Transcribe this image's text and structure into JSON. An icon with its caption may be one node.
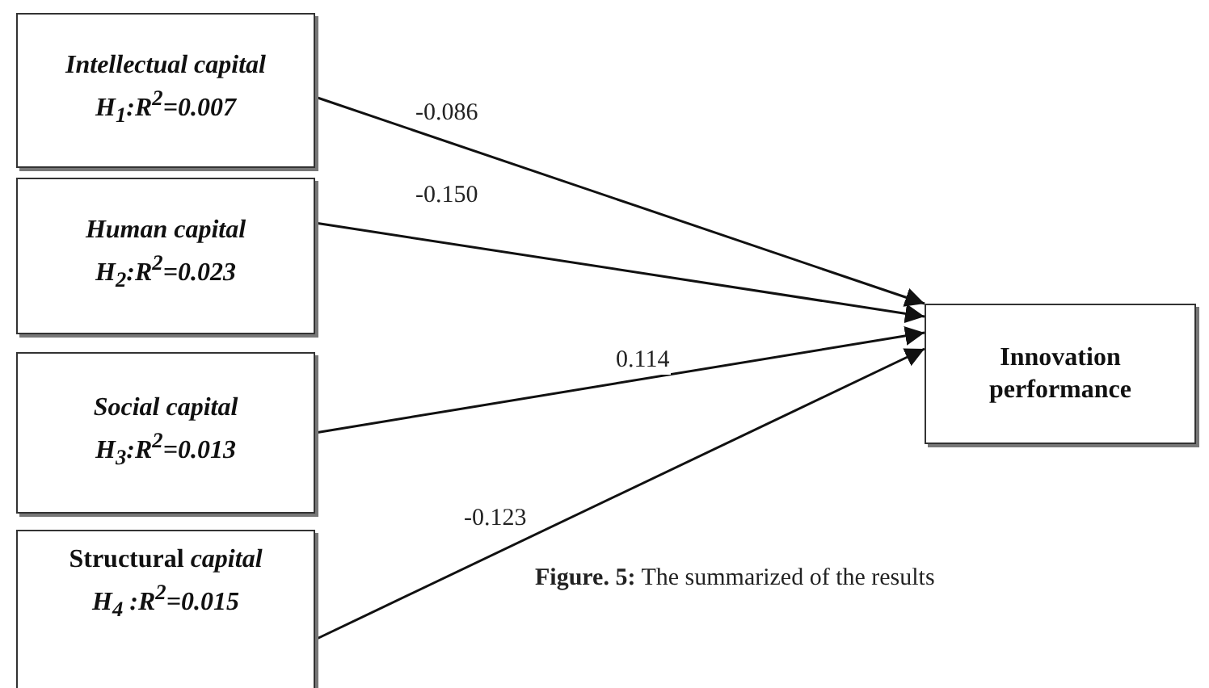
{
  "diagram": {
    "caption": "**Figure. 5:** The summarized of the results",
    "nodes": [
      {
        "text": [
          "Intellectual capital",
          "H$_{1}$:R$^{2}$=0.007"
        ]
      },
      {
        "text": [
          "Human capital",
          "H$_{2}$:R$^{2}$=0.023"
        ]
      },
      {
        "text": [
          "Social capital",
          "H$_{3}$:R$^{2}$=0.013"
        ]
      },
      {
        "text": [
          "Structural *capital*",
          "H$_{4}$ :R$^{2}$=0.015"
        ]
      },
      {
        "text": [
          "Innovation performance"
        ]
      }
    ],
    "edges": [
      {
        "from": 0,
        "to": 4,
        "arrow": "to",
        "label": "-0.086"
      },
      {
        "from": 1,
        "to": 4,
        "arrow": "to",
        "label": "-0.150"
      },
      {
        "from": 2,
        "to": 4,
        "arrow": "to",
        "label": "0.114"
      },
      {
        "from": 3,
        "to": 4,
        "arrow": "to",
        "label": "-0.123"
      }
    ]
  }
}
